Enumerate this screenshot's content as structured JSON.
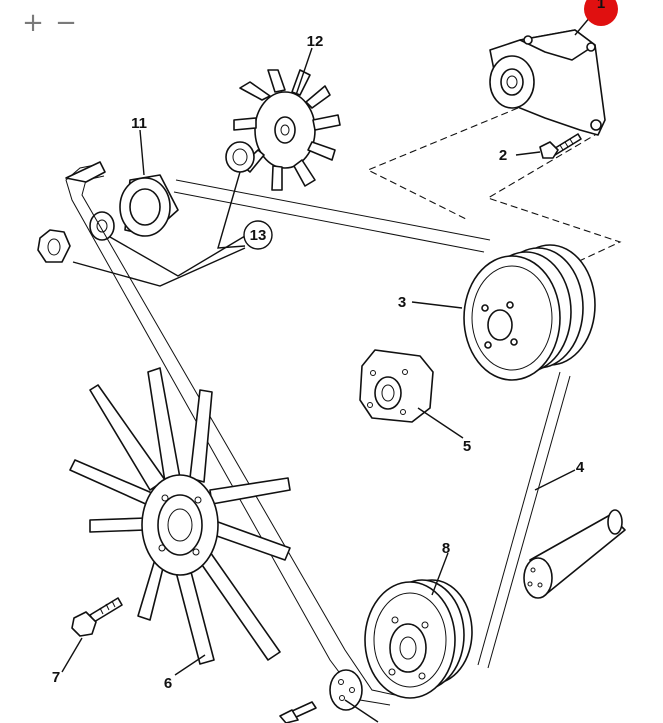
{
  "controls": {
    "zoom_in": "+",
    "zoom_out": "−"
  },
  "highlight": {
    "label": "1",
    "color": "#e01010"
  },
  "callouts": {
    "c1": "1",
    "c2": "2",
    "c3": "3",
    "c4": "4",
    "c5": "5",
    "c6": "6",
    "c7": "7",
    "c8": "8",
    "c11": "11",
    "c12": "12",
    "c13": "13"
  }
}
